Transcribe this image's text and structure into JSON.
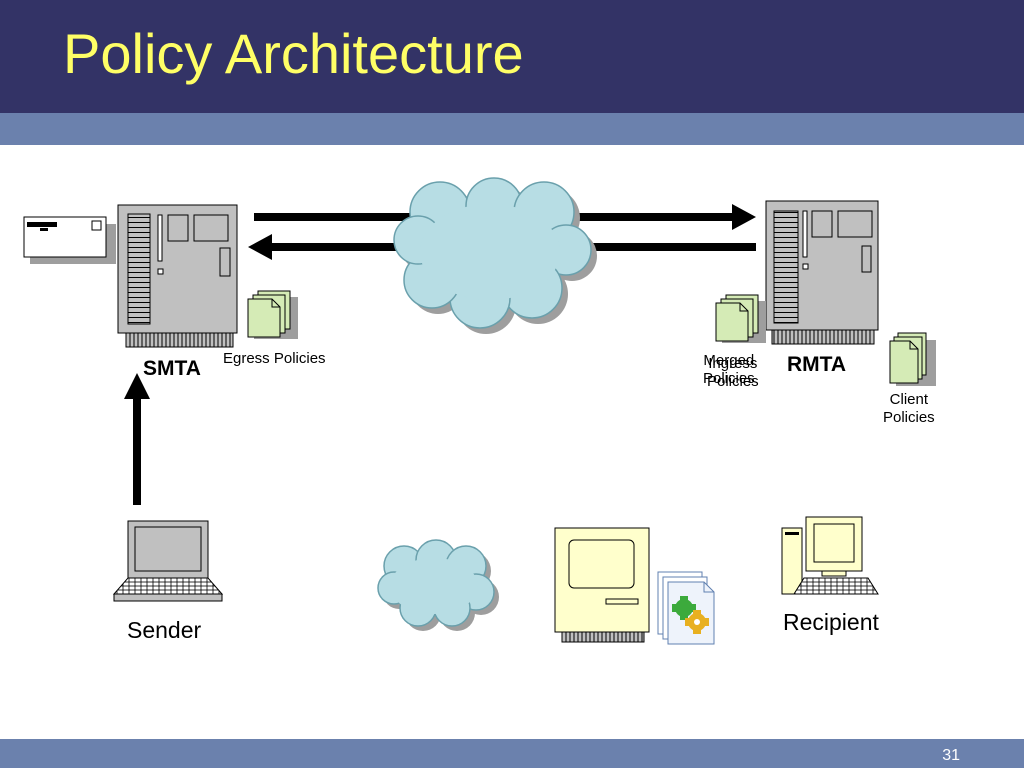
{
  "slide": {
    "title": "Policy Architecture",
    "number": "31"
  },
  "diagram": {
    "labels": {
      "smta": "SMTA",
      "rmta": "RMTA",
      "egress_policies": "Egress Policies",
      "merged_policies_line1": "Merged",
      "merged_policies_line2": "Policies",
      "ingress_policies_line1": "Ingress",
      "ingress_policies_line2": "Policies",
      "client_policies_line1": "Client",
      "client_policies_line2": "Policies",
      "sender": "Sender",
      "recipient": "Recipient"
    },
    "icons": [
      "envelope-icon",
      "server-icon",
      "document-stack-icon",
      "cloud-icon",
      "laptop-icon",
      "desktop-computer-icon",
      "plugin-document-icon",
      "monitor-tower-icon",
      "arrow-icon"
    ],
    "colors": {
      "title_bar": "#333366",
      "title_text": "#ffff66",
      "accent_bar": "#6b81ad",
      "cloud": "#b7dde4",
      "document": "#d5ebb6",
      "server": "#c0c0c0",
      "desktop": "#ffffcc"
    }
  }
}
